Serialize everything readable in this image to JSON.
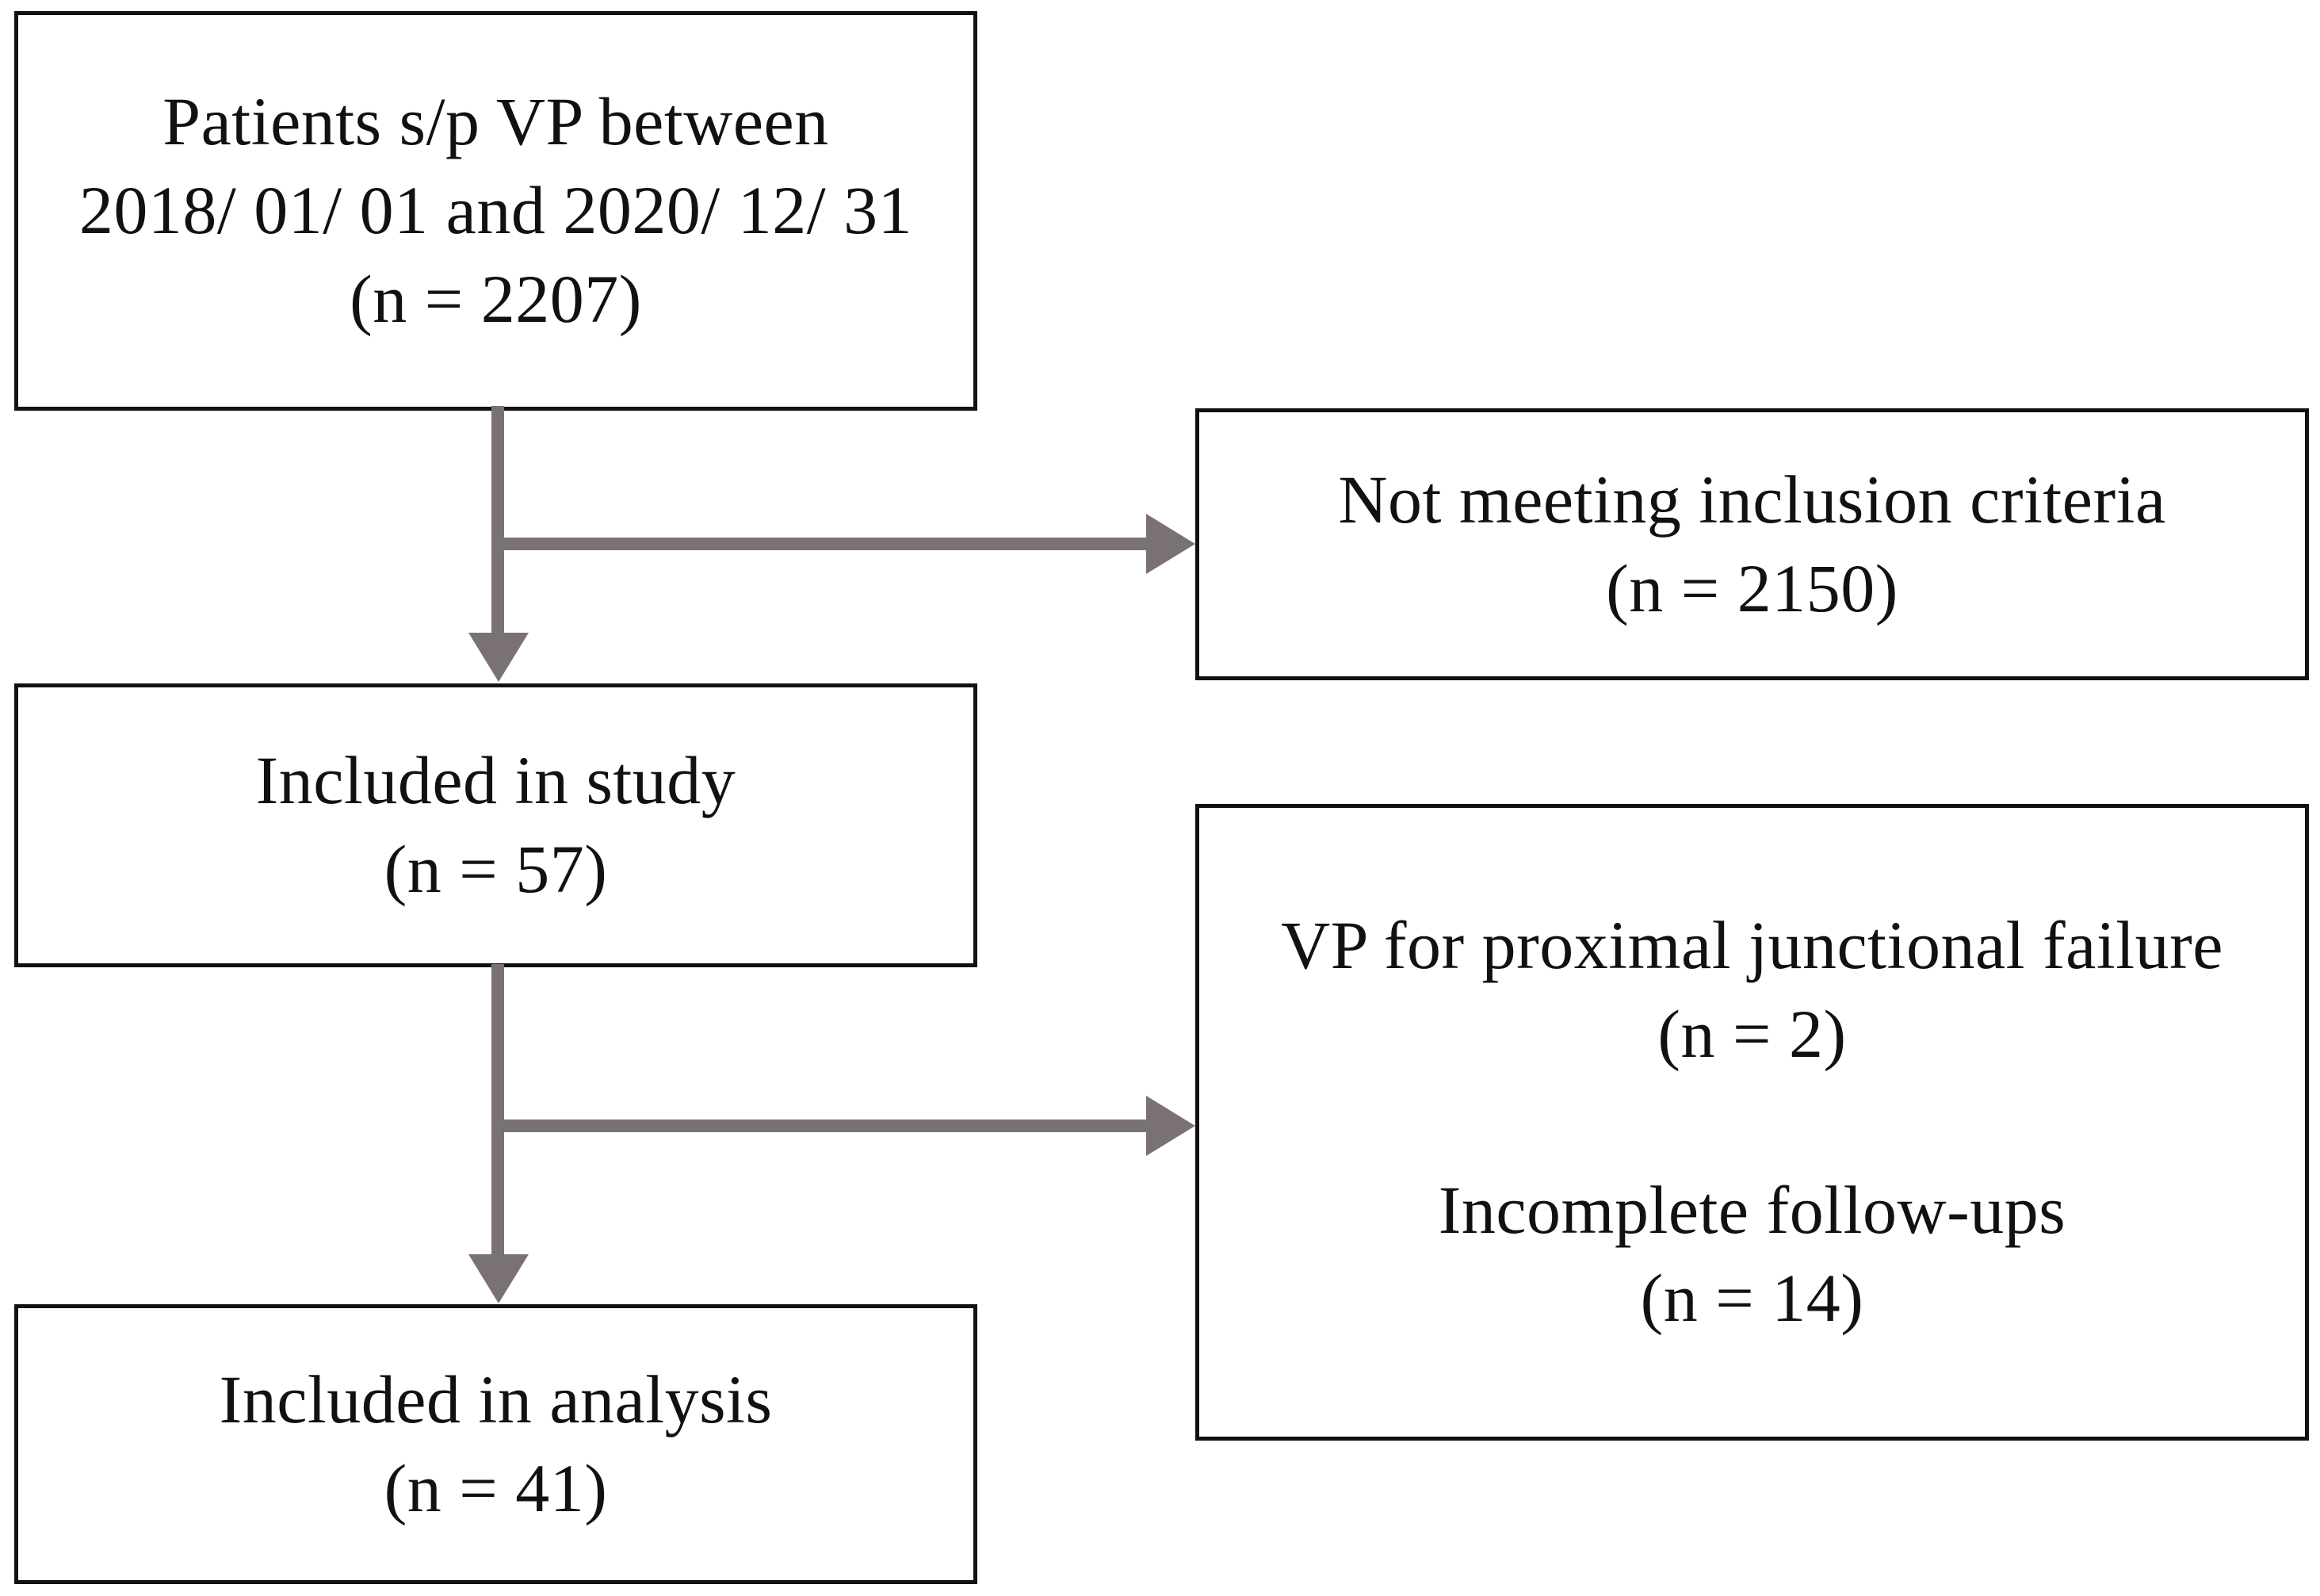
{
  "figure": {
    "type": "flowchart",
    "orientation": "top-to-bottom",
    "colors": {
      "box_border": "#111111",
      "box_fill": "#ffffff",
      "arrow": "#7a7174",
      "text": "#111111"
    }
  },
  "nodes": {
    "enrolled": {
      "lines": [
        "Patients s/p VP between",
        "2018/ 01/ 01 and 2020/ 12/ 31",
        "(n = 2207)"
      ],
      "count": 2207
    },
    "included_in_study": {
      "lines": [
        "Included in study",
        "(n = 57)"
      ],
      "count": 57
    },
    "included_in_analysis": {
      "lines": [
        "Included in analysis",
        "(n = 41)"
      ],
      "count": 41
    },
    "excluded_screening": {
      "lines": [
        "Not meeting inclusion criteria",
        "(n = 2150)"
      ],
      "count": 2150
    },
    "excluded_followup": {
      "lines": [
        "VP for proximal junctional failure",
        "(n = 2)",
        "Incomplete follow-ups",
        "(n = 14)"
      ],
      "counts": [
        2,
        14
      ]
    }
  },
  "connectors": [
    {
      "name": "enrolled-to-included",
      "from": "enrolled",
      "to": "included_in_study",
      "direction": "down"
    },
    {
      "name": "enrolled-to-excluded-screening",
      "from": "enrolled",
      "to": "excluded_screening",
      "direction": "right"
    },
    {
      "name": "included-to-analysis",
      "from": "included_in_study",
      "to": "included_in_analysis",
      "direction": "down"
    },
    {
      "name": "included-to-excluded-followup",
      "from": "included_in_study",
      "to": "excluded_followup",
      "direction": "right"
    }
  ]
}
